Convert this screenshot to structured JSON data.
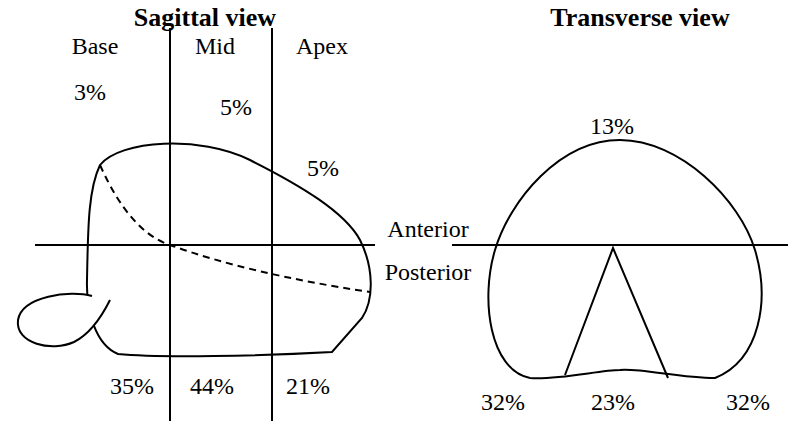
{
  "diagram": {
    "labels": [
      "Sagittal view",
      "Transverse view",
      "Base",
      "Mid",
      "Apex",
      "3%",
      "5%",
      "5%",
      "Anterior",
      "Posterior",
      "35%",
      "44%",
      "21%",
      "13%",
      "32%",
      "23%",
      "32%"
    ]
  }
}
